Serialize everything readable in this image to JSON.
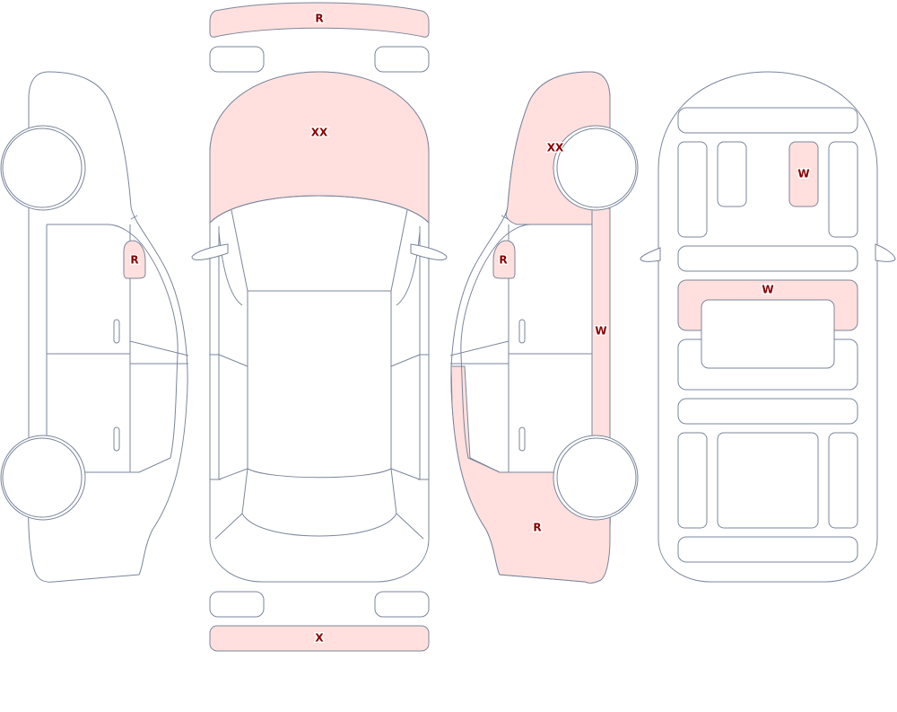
{
  "colors": {
    "outline": "#7a869c",
    "damage_fill": "#ffe0de",
    "marker_text": "#8b0000",
    "background": "#ffffff"
  },
  "markers": {
    "front_bumper": "R",
    "hood": "XX",
    "left_front_door_mirror": "R",
    "right_front_door_mirror": "R",
    "right_front_fender": "XX",
    "right_rocker_panel": "W",
    "right_rear_quarter": "R",
    "roof_rear_right_pillar": "W",
    "roof_center_panel": "W",
    "rear_bumper": "X"
  }
}
